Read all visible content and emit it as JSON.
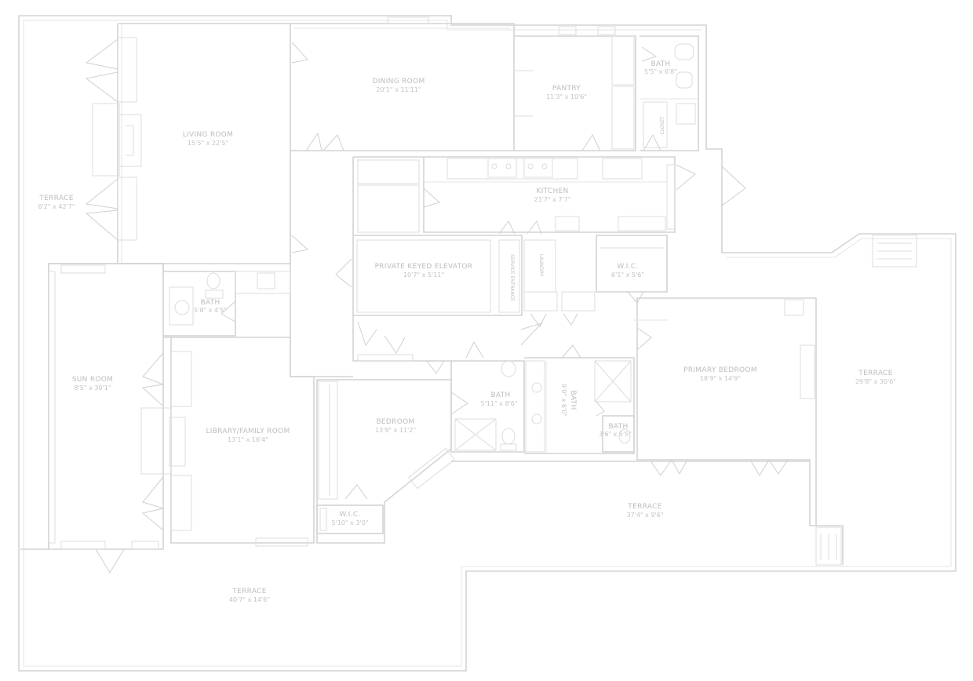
{
  "plan": {
    "rooms": [
      {
        "id": "dining-room",
        "name": "DINING ROOM",
        "dims": "20'1\" x 11'11\""
      },
      {
        "id": "pantry",
        "name": "PANTRY",
        "dims": "11'3\" x 10'6\""
      },
      {
        "id": "bath-top",
        "name": "BATH",
        "dims": "5'5\" x 6'8\""
      },
      {
        "id": "living-room",
        "name": "LIVING ROOM",
        "dims": "15'5\" x 22'5\""
      },
      {
        "id": "terrace-west",
        "name": "TERRACE",
        "dims": "6'2\" x 42'7\""
      },
      {
        "id": "kitchen",
        "name": "KITCHEN",
        "dims": "21'7\" x 7'7\""
      },
      {
        "id": "elevator",
        "name": "PRIVATE KEYED ELEVATOR",
        "dims": "10'7\" x 5'11\""
      },
      {
        "id": "wic-north",
        "name": "W.I.C.",
        "dims": "6'1\" x 5'6\""
      },
      {
        "id": "bath-west",
        "name": "BATH",
        "dims": "5'8\" x 4'5\""
      },
      {
        "id": "sun-room",
        "name": "SUN ROOM",
        "dims": "8'5\" x 30'1\""
      },
      {
        "id": "library",
        "name": "LIBRARY/FAMILY ROOM",
        "dims": "13'1\" x 16'4\""
      },
      {
        "id": "bedroom",
        "name": "BEDROOM",
        "dims": "13'9\" x 11'2\""
      },
      {
        "id": "bath-center",
        "name": "BATH",
        "dims": "5'11\" x 8'6\""
      },
      {
        "id": "bath-vertical",
        "name": "BATH",
        "dims": "9'0\" x 8'0\""
      },
      {
        "id": "bath-small",
        "name": "BATH",
        "dims": "3'6\" x 5'5\""
      },
      {
        "id": "primary-bedroom",
        "name": "PRIMARY BEDROOM",
        "dims": "18'9\" x 14'9\""
      },
      {
        "id": "terrace-east",
        "name": "TERRACE",
        "dims": "29'8\" x 30'6\""
      },
      {
        "id": "wic-south",
        "name": "W.I.C.",
        "dims": "5'10\" x 3'0\""
      },
      {
        "id": "terrace-center",
        "name": "TERRACE",
        "dims": "37'4\" x 9'6\""
      },
      {
        "id": "terrace-south",
        "name": "TERRACE",
        "dims": "40'7\" x 14'6\""
      }
    ],
    "small_labels": {
      "service_entrance": "SERVICE ENTRANCE",
      "laundry": "LAUNDRY",
      "closet": "CLOSET"
    }
  }
}
